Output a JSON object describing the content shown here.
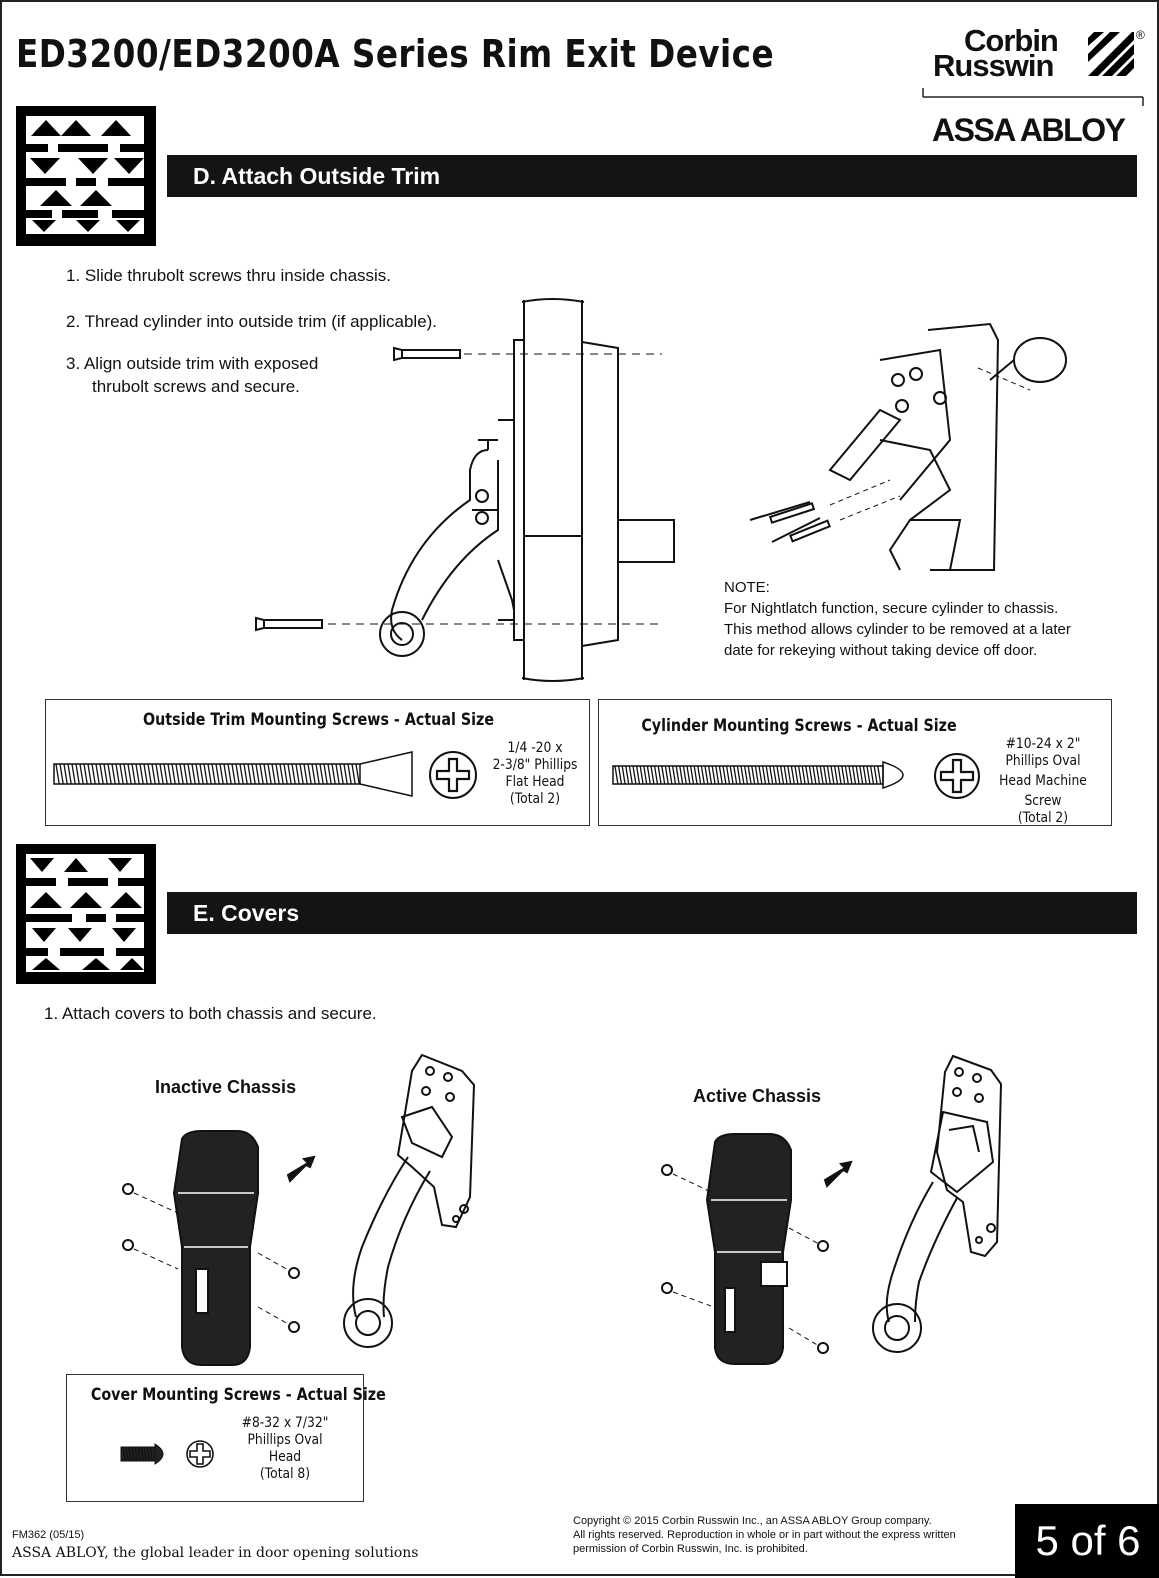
{
  "header": {
    "title": "ED3200/ED3200A Series Rim Exit Device",
    "brand_line1": "Corbin",
    "brand_line2": "Russwin",
    "registered": "®",
    "parent_brand": "ASSA ABLOY"
  },
  "section_d": {
    "title": "D. Attach Outside Trim",
    "steps": [
      "1.  Slide thrubolt screws thru inside chassis.",
      "2.  Thread cylinder into outside trim (if applicable).",
      "3.  Align outside trim with exposed",
      "thrubolt screws and secure."
    ],
    "note": [
      "NOTE:",
      "For Nightlatch function, secure cylinder to chassis.",
      "This method allows cylinder to be removed at a later",
      "date for rekeying without taking device off door."
    ],
    "trim_screws": {
      "title": "Outside Trim Mounting Screws - Actual Size",
      "spec": [
        "1/4 -20 x",
        "2-3/8\" Phillips",
        "Flat Head",
        "(Total 2)"
      ]
    },
    "cylinder_screws": {
      "title": "Cylinder Mounting Screws - Actual Size",
      "spec": [
        "#10-24 x 2\"",
        "Phillips Oval",
        "Head Machine",
        "Screw",
        "(Total 2)"
      ]
    }
  },
  "section_e": {
    "title": "E. Covers",
    "step": "1.  Attach covers to both chassis and secure.",
    "inactive_label": "Inactive Chassis",
    "active_label": "Active Chassis",
    "cover_screws": {
      "title": "Cover Mounting Screws - Actual Size",
      "spec": [
        "#8-32 x 7/32\"",
        "Phillips Oval",
        "Head",
        "(Total 8)"
      ]
    }
  },
  "footer": {
    "copyright": [
      "Copyright © 2015 Corbin Russwin Inc., an ASSA ABLOY Group company.",
      "All rights reserved. Reproduction in whole or in part without the express written",
      "permission of Corbin Russwin, Inc. is prohibited."
    ],
    "form_number": "FM362 (05/15)",
    "tagline": "ASSA ABLOY, the global leader in door opening solutions",
    "page": "5 of 6"
  }
}
